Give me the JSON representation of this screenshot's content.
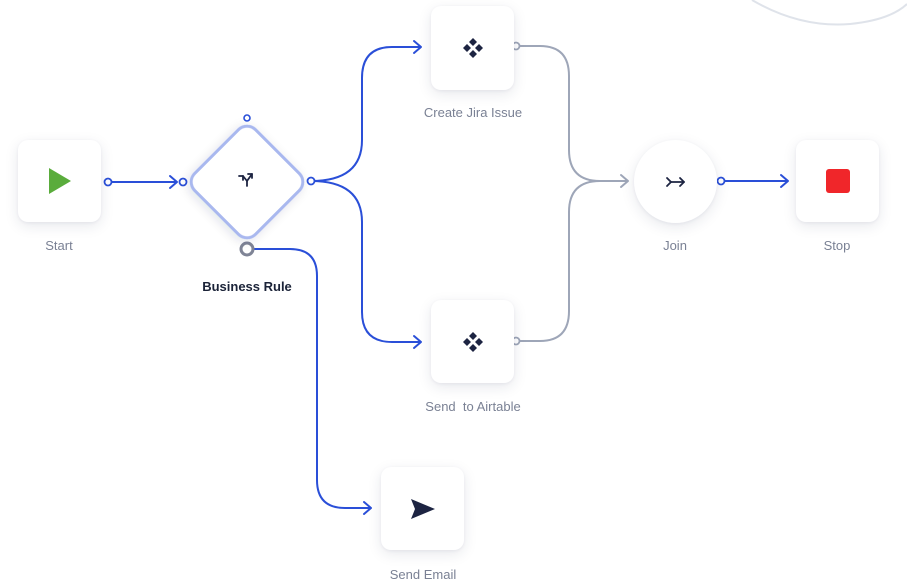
{
  "nodes": {
    "start": {
      "label": "Start"
    },
    "business_rule": {
      "label": "Business Rule"
    },
    "create_jira": {
      "label": "Create Jira Issue"
    },
    "send_airtable": {
      "label": "Send  to Airtable"
    },
    "join": {
      "label": "Join"
    },
    "stop": {
      "label": "Stop"
    },
    "send_email": {
      "label": "Send Email"
    }
  },
  "colors": {
    "active_connector": "#2a4fd8",
    "inactive_connector": "#9ea6b8",
    "play_icon": "#5aac3c",
    "stop_icon": "#f0262a",
    "dark_icon": "#1d2442",
    "diamond_border": "#a9b8ef"
  }
}
